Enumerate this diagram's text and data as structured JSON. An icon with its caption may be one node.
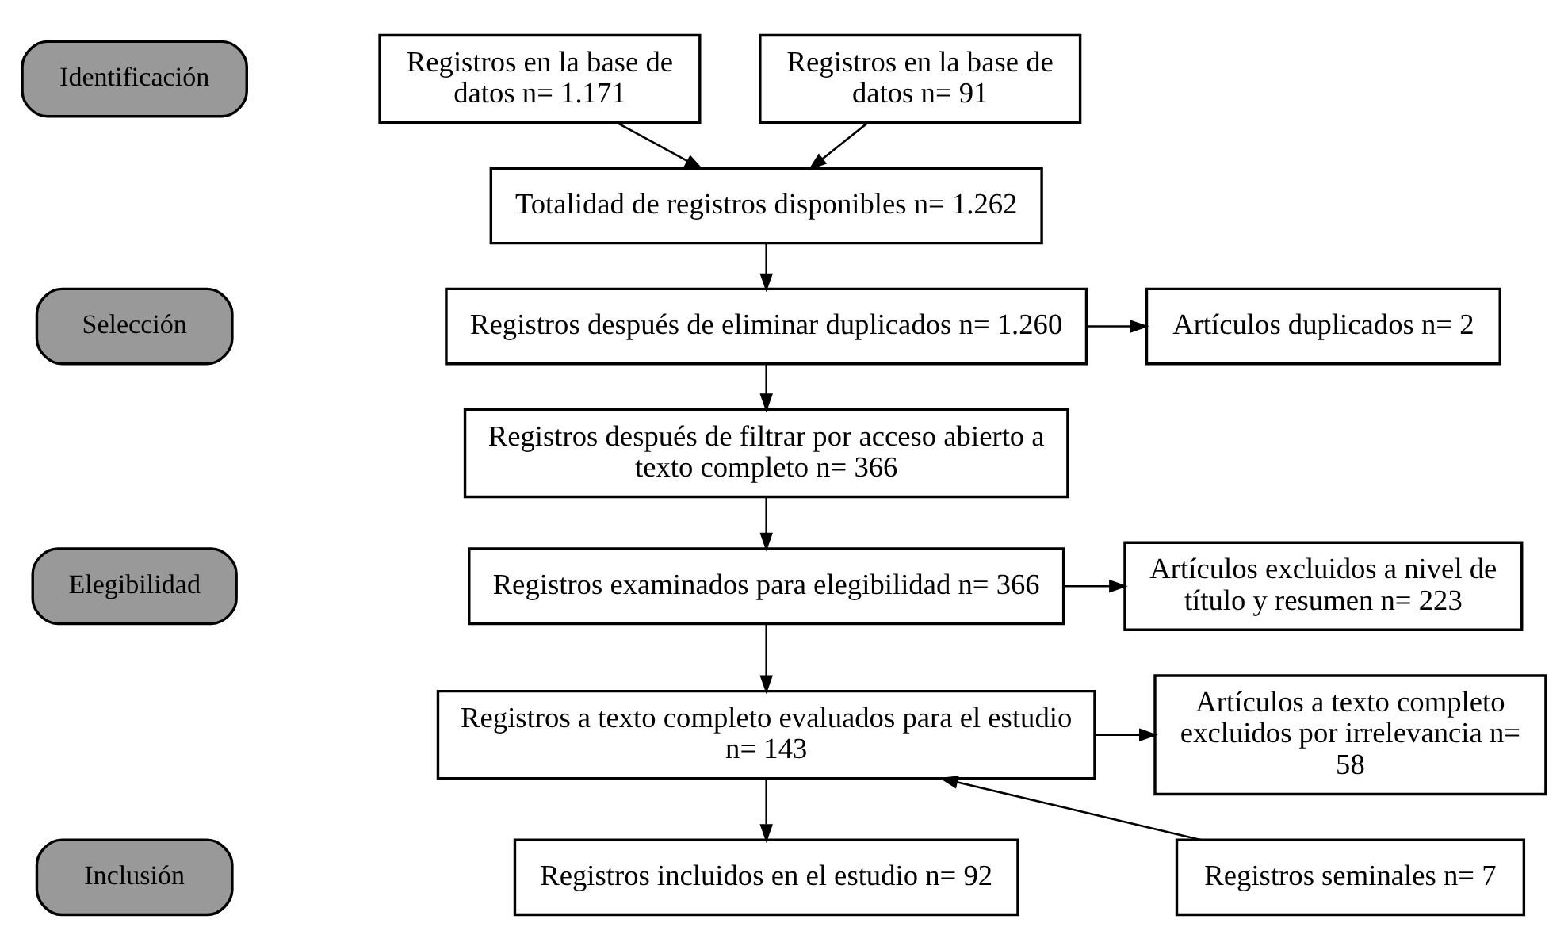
{
  "diagram": {
    "nodes": [
      {
        "text": [
          "Identificación"
        ]
      },
      {
        "text": [
          "Selección"
        ]
      },
      {
        "text": [
          "Elegibilidad"
        ]
      },
      {
        "text": [
          "Inclusión"
        ]
      },
      {
        "text": [
          "Registros en la base de datos n= 1.171"
        ]
      },
      {
        "text": [
          "Registros en la base de datos n= 91"
        ]
      },
      {
        "text": [
          "Totalidad de registros disponibles n= 1.262"
        ]
      },
      {
        "text": [
          "Registros después de eliminar duplicados n= 1.260"
        ]
      },
      {
        "text": [
          "Artículos duplicados n= 2"
        ]
      },
      {
        "text": [
          "Registros después de filtrar por acceso abierto a texto completo n= 366"
        ]
      },
      {
        "text": [
          "Registros examinados para elegibilidad n= 366"
        ]
      },
      {
        "text": [
          "Artículos excluidos a nivel de título y resumen n= 223"
        ]
      },
      {
        "text": [
          "Registros a texto completo evaluados para el estudio n= 143"
        ]
      },
      {
        "text": [
          "Artículos a texto completo excluidos por irrelevancia n= 58"
        ]
      },
      {
        "text": [
          "Registros seminales n= 7"
        ]
      },
      {
        "text": [
          "Registros incluidos en el estudio n= 92"
        ]
      }
    ],
    "edges": [
      {
        "from": 4,
        "to": 6,
        "arrow": "to"
      },
      {
        "from": 5,
        "to": 6,
        "arrow": "to"
      },
      {
        "from": 6,
        "to": 7,
        "arrow": "to"
      },
      {
        "from": 7,
        "to": 8,
        "arrow": "to"
      },
      {
        "from": 7,
        "to": 9,
        "arrow": "to"
      },
      {
        "from": 9,
        "to": 10,
        "arrow": "to"
      },
      {
        "from": 10,
        "to": 11,
        "arrow": "to"
      },
      {
        "from": 10,
        "to": 12,
        "arrow": "to"
      },
      {
        "from": 12,
        "to": 13,
        "arrow": "to"
      },
      {
        "from": 14,
        "to": 12,
        "arrow": "to"
      },
      {
        "from": 12,
        "to": 15,
        "arrow": "to"
      }
    ]
  }
}
